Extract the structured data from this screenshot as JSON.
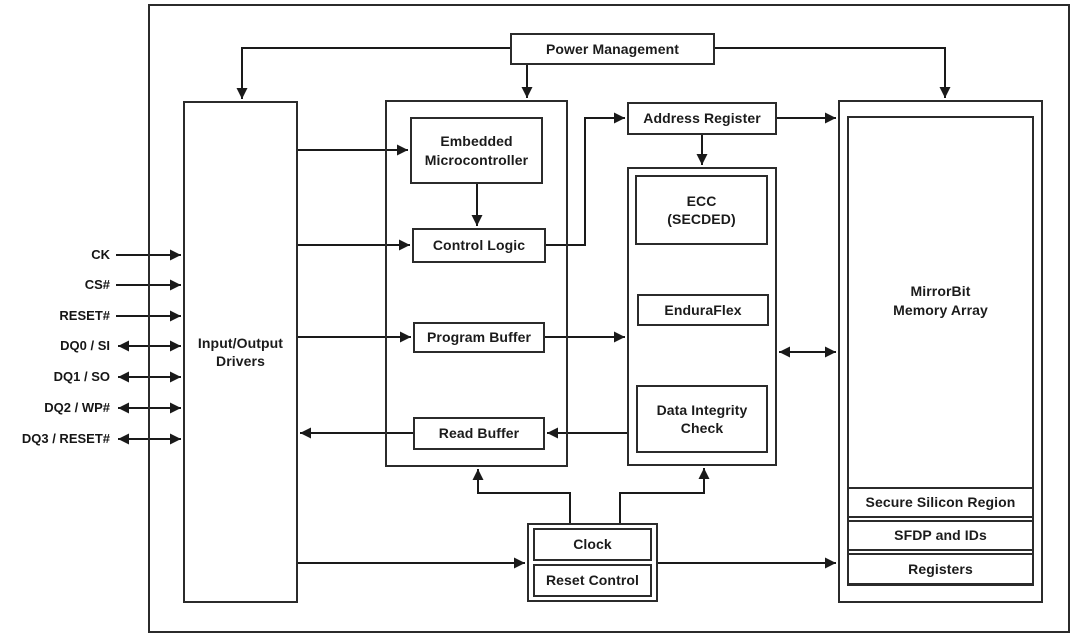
{
  "blocks": {
    "power_management": "Power Management",
    "io_drivers": "Input/Output\nDrivers",
    "embedded_microcontroller": "Embedded\nMicrocontroller",
    "control_logic": "Control Logic",
    "program_buffer": "Program Buffer",
    "read_buffer": "Read Buffer",
    "address_register": "Address Register",
    "ecc": "ECC\n(SECDED)",
    "enduraflex": "EnduraFlex",
    "data_integrity_check": "Data Integrity\nCheck",
    "mirrorbit_memory_array": "MirrorBit\nMemory Array",
    "secure_silicon_region": "Secure Silicon Region",
    "sfdp_and_ids": "SFDP and IDs",
    "registers": "Registers",
    "clock": "Clock",
    "reset_control": "Reset Control"
  },
  "signals": [
    {
      "label": "CK",
      "direction": "input"
    },
    {
      "label": "CS#",
      "direction": "input"
    },
    {
      "label": "RESET#",
      "direction": "input"
    },
    {
      "label": "DQ0 / SI",
      "direction": "bidirectional"
    },
    {
      "label": "DQ1 / SO",
      "direction": "bidirectional"
    },
    {
      "label": "DQ2 / WP#",
      "direction": "bidirectional"
    },
    {
      "label": "DQ3 / RESET#",
      "direction": "bidirectional"
    }
  ],
  "connections": [
    {
      "from": "power-management",
      "to": "io-drivers",
      "type": "arrow"
    },
    {
      "from": "power-management",
      "to": "logic-group",
      "type": "arrow"
    },
    {
      "from": "power-management",
      "to": "memory-array",
      "type": "arrow"
    },
    {
      "from": "io-drivers",
      "to": "embedded-microcontroller",
      "type": "arrow"
    },
    {
      "from": "io-drivers",
      "to": "control-logic",
      "type": "arrow"
    },
    {
      "from": "embedded-microcontroller",
      "to": "control-logic",
      "type": "arrow"
    },
    {
      "from": "control-logic",
      "to": "address-register",
      "type": "arrow"
    },
    {
      "from": "address-register",
      "to": "memory-array",
      "type": "arrow"
    },
    {
      "from": "address-register",
      "to": "ecc-group",
      "type": "arrow"
    },
    {
      "from": "io-drivers",
      "to": "program-buffer",
      "type": "arrow"
    },
    {
      "from": "program-buffer",
      "to": "ecc-group",
      "type": "arrow"
    },
    {
      "from": "ecc-group",
      "to": "read-buffer",
      "type": "arrow"
    },
    {
      "from": "read-buffer",
      "to": "io-drivers",
      "type": "arrow"
    },
    {
      "from": "ecc-group",
      "to": "memory-array",
      "type": "double-arrow"
    },
    {
      "from": "clock-reset-group",
      "to": "logic-group",
      "type": "arrow"
    },
    {
      "from": "clock-reset-group",
      "to": "ecc-group",
      "type": "arrow"
    },
    {
      "from": "io-drivers",
      "to": "clock-reset-group",
      "type": "arrow"
    },
    {
      "from": "clock-reset-group",
      "to": "memory-array",
      "type": "arrow"
    }
  ],
  "colors": {
    "background": "#ffffff",
    "line": "#1a1a1a",
    "box_border": "#2b2b2b",
    "text": "#1b1b1b"
  }
}
